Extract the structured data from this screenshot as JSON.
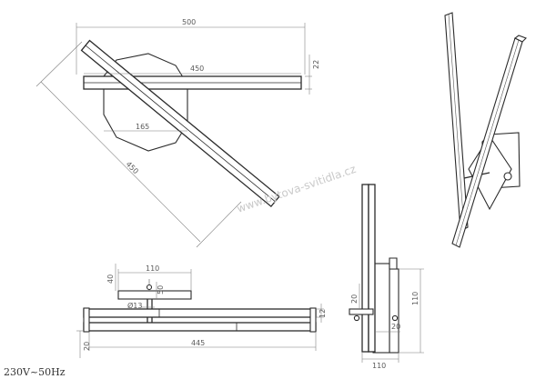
{
  "dimensions": {
    "top_width": "500",
    "top_bar_len": "450",
    "top_bar_h": "22",
    "plate_w": "165",
    "diag_len": "450",
    "front_plate_w": "110",
    "front_40": "40",
    "front_50": "50",
    "front_dia": "Ø13",
    "front_12": "12",
    "front_445": "445",
    "front_20": "20",
    "side_20a": "20",
    "side_110h": "110",
    "side_20b": "20",
    "side_110w": "110"
  },
  "watermark": "www.bytova-svitidla.cz",
  "voltage": "230V~50Hz"
}
